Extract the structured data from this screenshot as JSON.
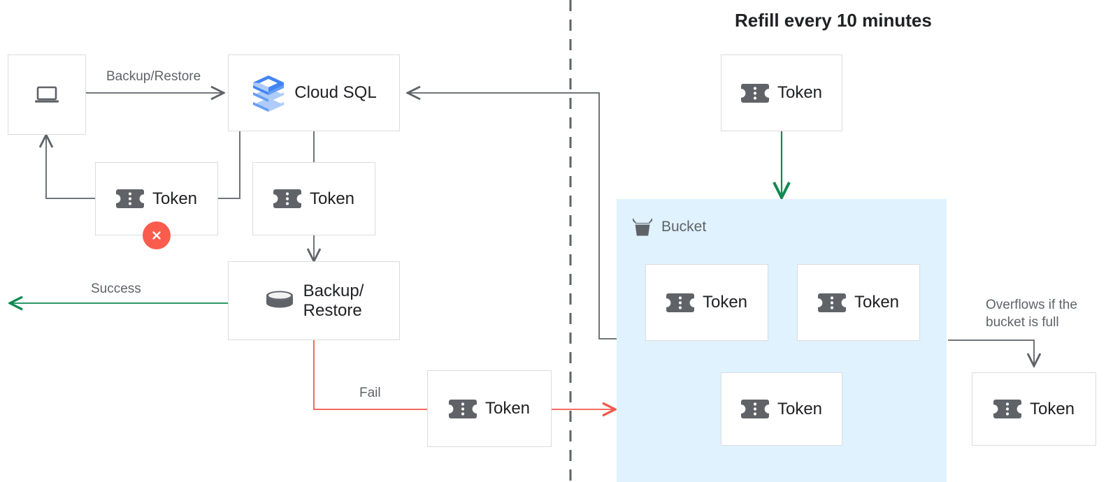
{
  "diagram": {
    "title": "Refill every 10 minutes",
    "colors": {
      "token_gray": "#5f6368",
      "box_border": "#dadce0",
      "arrow_gray": "#5f6368",
      "arrow_green": "#0e8a50",
      "arrow_red": "#f4584b",
      "bucket_fill": "#dff2fd",
      "fail_badge": "#fb5c4e",
      "cloudsql_blue_dark": "#4285f4",
      "cloudsql_blue_light": "#aecbfa",
      "text_dark": "#202124",
      "text_muted": "#5f6368"
    },
    "nodes": [
      {
        "id": "client",
        "label": "",
        "icon": "laptop-icon"
      },
      {
        "id": "cloudsql",
        "label": "Cloud SQL",
        "icon": "cloud-sql-icon"
      },
      {
        "id": "token-fail",
        "label": "Token",
        "icon": "token-icon"
      },
      {
        "id": "token-sql",
        "label": "Token",
        "icon": "token-icon"
      },
      {
        "id": "backup",
        "label": "Backup/\nRestore",
        "icon": "database-icon"
      },
      {
        "id": "token-failpath",
        "label": "Token",
        "icon": "token-icon"
      },
      {
        "id": "token-refill",
        "label": "Token",
        "icon": "token-icon"
      },
      {
        "id": "token-bucket-1",
        "label": "Token",
        "icon": "token-icon"
      },
      {
        "id": "token-bucket-2",
        "label": "Token",
        "icon": "token-icon"
      },
      {
        "id": "token-bucket-3",
        "label": "Token",
        "icon": "token-icon"
      },
      {
        "id": "token-overflow",
        "label": "Token",
        "icon": "token-icon"
      }
    ],
    "bucket": {
      "label": "Bucket",
      "icon": "bucket-icon"
    },
    "edge_labels": {
      "backup_restore": "Backup/Restore",
      "success": "Success",
      "fail": "Fail",
      "overflow": "Overflows if the\nbucket is full"
    },
    "status": {
      "fail_badge_icon": "x-close-icon"
    }
  }
}
